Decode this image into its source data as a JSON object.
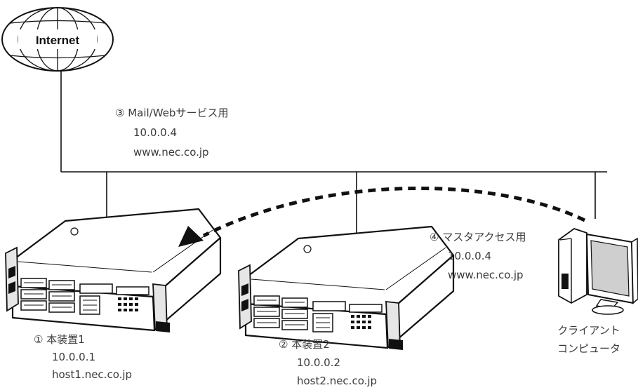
{
  "internet": {
    "label": "Internet"
  },
  "service_label": {
    "title": "③ Mail/Webサービス用",
    "ip": "10.0.0.4",
    "host": "www.nec.co.jp"
  },
  "server1": {
    "title": "① 本装置1",
    "ip": "10.0.0.1",
    "host": "host1.nec.co.jp"
  },
  "server2": {
    "title": "② 本装置2",
    "ip": "10.0.0.2",
    "host": "host2.nec.co.jp"
  },
  "master_label": {
    "title": "④ マスタアクセス用",
    "ip": "10.0.0.4",
    "host": "www.nec.co.jp"
  },
  "client": {
    "line1": "クライアント",
    "line2": "コンピュータ"
  }
}
